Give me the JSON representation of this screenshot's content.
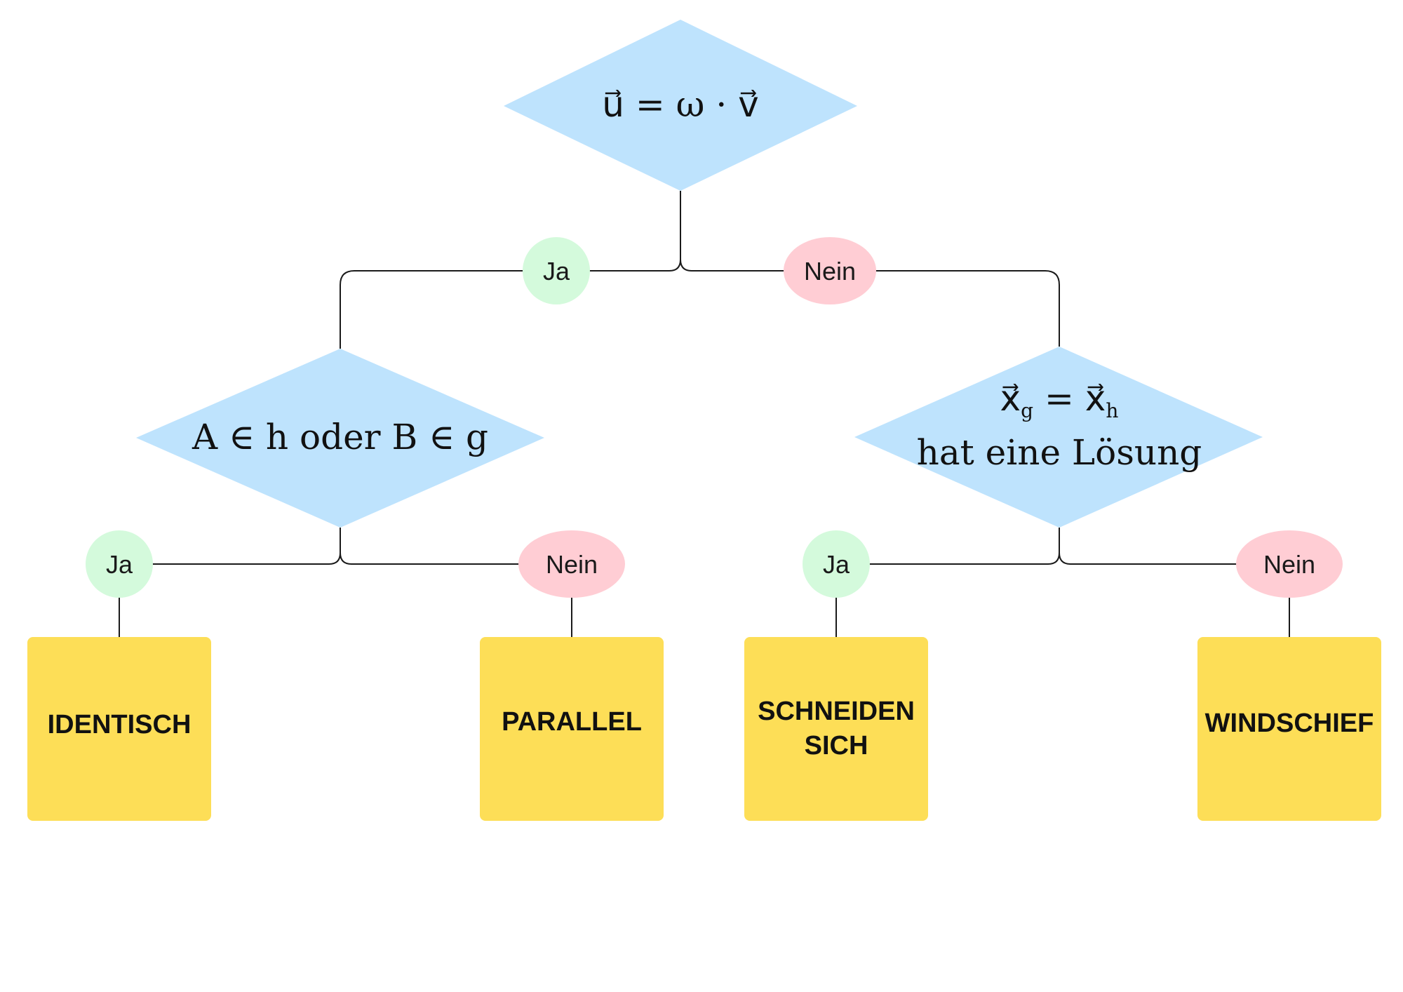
{
  "colors": {
    "decision_fill": "#bee3fd",
    "yes_fill": "#d4fadc",
    "no_fill": "#ffcdd4",
    "result_fill": "#fdde57",
    "edge_stroke": "#1a1a1a"
  },
  "decisions": {
    "root": {
      "text": "u⃗ = ω · v⃗"
    },
    "left": {
      "text": "A ∈ h oder  B ∈ g"
    },
    "right": {
      "line1_var": "x⃗",
      "line1_sub1": "g",
      "line1_eq": "=",
      "line1_sub2": "h",
      "line2": "hat eine Lösung"
    }
  },
  "labels": {
    "root_yes": "Ja",
    "root_no": "Nein",
    "left_yes": "Ja",
    "left_no": "Nein",
    "right_yes": "Ja",
    "right_no": "Nein"
  },
  "results": {
    "identisch": "IDENTISCH",
    "parallel": "PARALLEL",
    "schneiden_line1": "SCHNEIDEN",
    "schneiden_line2": "SICH",
    "windschief": "WINDSCHIEF"
  }
}
